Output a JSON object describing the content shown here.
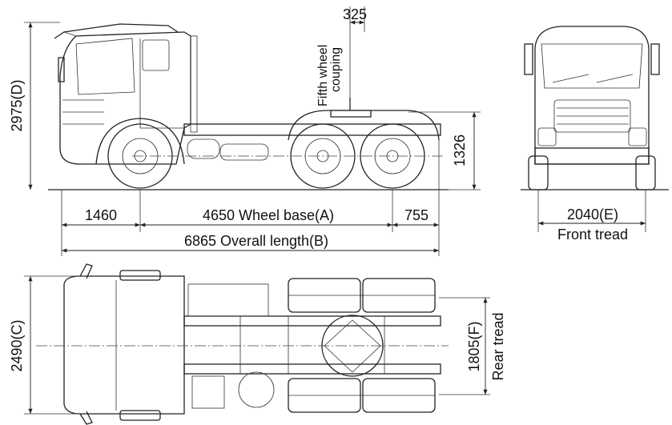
{
  "dimensions": {
    "cab_top_height": "325",
    "fifth_wheel_label_1": "Fifth wheel",
    "fifth_wheel_label_2": "couping",
    "overall_height": "2975(D)",
    "fifth_wheel_height": "1326",
    "front_overhang": "1460",
    "wheel_base": "4650 Wheel base(A)",
    "rear_overhang": "755",
    "overall_length": "6865 Overall length(B)",
    "front_tread": "2040(E)",
    "front_tread_label": "Front tread",
    "overall_width": "2490(C)",
    "rear_tread": "1805(F)",
    "rear_tread_label": "Rear tread"
  }
}
